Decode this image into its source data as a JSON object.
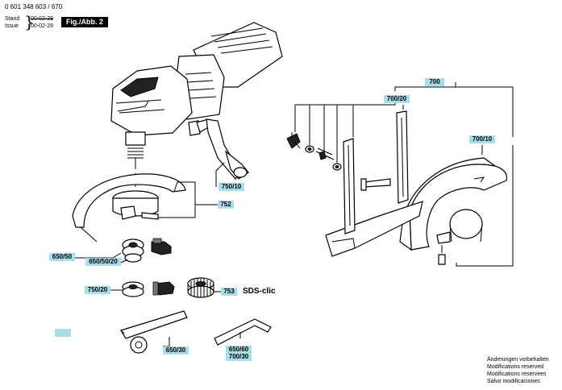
{
  "header": {
    "part_number": "0 601 348 603 / 670",
    "stand_label": "Stand",
    "issue_label": "Issue",
    "old_date": "00-02-29",
    "issue_date": "00-02-29",
    "figure_label": "Fig./Abb. 2"
  },
  "callouts": {
    "c700": "700",
    "c700_20": "700/20",
    "c700_10": "700/10",
    "c750_10": "750/10",
    "c752": "752",
    "c650_50": "650/50",
    "c650_50_20": "650/50/20",
    "c750_20": "750/20",
    "c753": "753",
    "c650_30": "650/30",
    "c650_60": "650/60",
    "c700_30": "700/30"
  },
  "brand_text": "SDS-clic",
  "footer_notes": [
    "Änderungen vorbehalten",
    "Modifications reserved",
    "Modifications reservees",
    "Salvo modificaciones"
  ],
  "colors": {
    "callout_fill": "#a9dde9",
    "badge_fill": "#000000"
  }
}
